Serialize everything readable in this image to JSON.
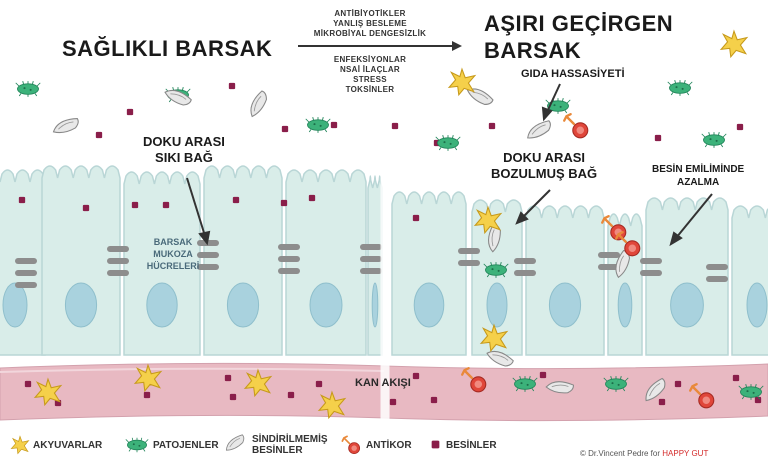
{
  "title_left": "SAĞLIKLI BARSAK",
  "title_right_line1": "AŞIRI GEÇİRGEN",
  "title_right_line2": "BARSAK",
  "causes_top": [
    "ANTİBİYOTİKLER",
    "YANLIŞ BESLEME",
    "MİKROBİYAL DENGESİZLİK"
  ],
  "causes_bottom": [
    "ENFEKSİYONLAR",
    "NSAİ İLAÇLAR",
    "STRESS",
    "TOKSİNLER"
  ],
  "label_tight_1": "DOKU ARASI",
  "label_tight_2": "SIKI BAĞ",
  "label_cells": [
    "BARSAK",
    "MUKOZA",
    "HÜCRELERİ"
  ],
  "label_food_sensitivity": "GIDA HASSASİYETİ",
  "label_broken_1": "DOKU ARASI",
  "label_broken_2": "BOZULMUŞ BAĞ",
  "label_absorption_1": "BESİN EMİLİMİNDE",
  "label_absorption_2": "AZALMA",
  "label_bloodstream": "KAN AKIŞI",
  "legend": {
    "inflammatory": "AKYUVARLAR",
    "pathogens": "PATOJENLER",
    "undigested_1": "SİNDİRİLMEMİŞ",
    "undigested_2": "BESİNLER",
    "antibody": "ANTİKOR",
    "nutrients": "BESİNLER"
  },
  "credit_prefix": "© Dr.Vincent Pedre for",
  "credit_brand": "HAPPY GUT",
  "colors": {
    "cell_fill": "#d9ede9",
    "cell_stroke": "#b9d6d6",
    "nucleus": "#a9d2de",
    "blood": "#e8b9c2",
    "nutrient": "#8a1e4a",
    "pathogen": "#3cb27a",
    "star": "#f5d04a",
    "antibody": "#e0463a"
  }
}
